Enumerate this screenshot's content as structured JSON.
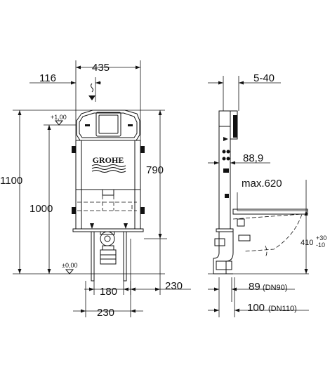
{
  "front": {
    "dims": {
      "width_total": "435",
      "offset_left": "116",
      "height_total": "1100",
      "height_1000": "1000",
      "height_790": "790",
      "level_top": "+1,00",
      "level_zero": "±0,00",
      "bottom_180": "180",
      "bottom_230_inner": "230",
      "bottom_230_lower": "230"
    },
    "logo": "GROHE"
  },
  "side": {
    "dims": {
      "depth": "5-40",
      "d_889": "88,9",
      "max": "max.620",
      "h_410": "410",
      "tol_plus": "+30",
      "tol_minus": "-10",
      "d_89": "89",
      "dn90": "(DN90)",
      "d_100": "100",
      "dn110": "(DN110)"
    }
  }
}
